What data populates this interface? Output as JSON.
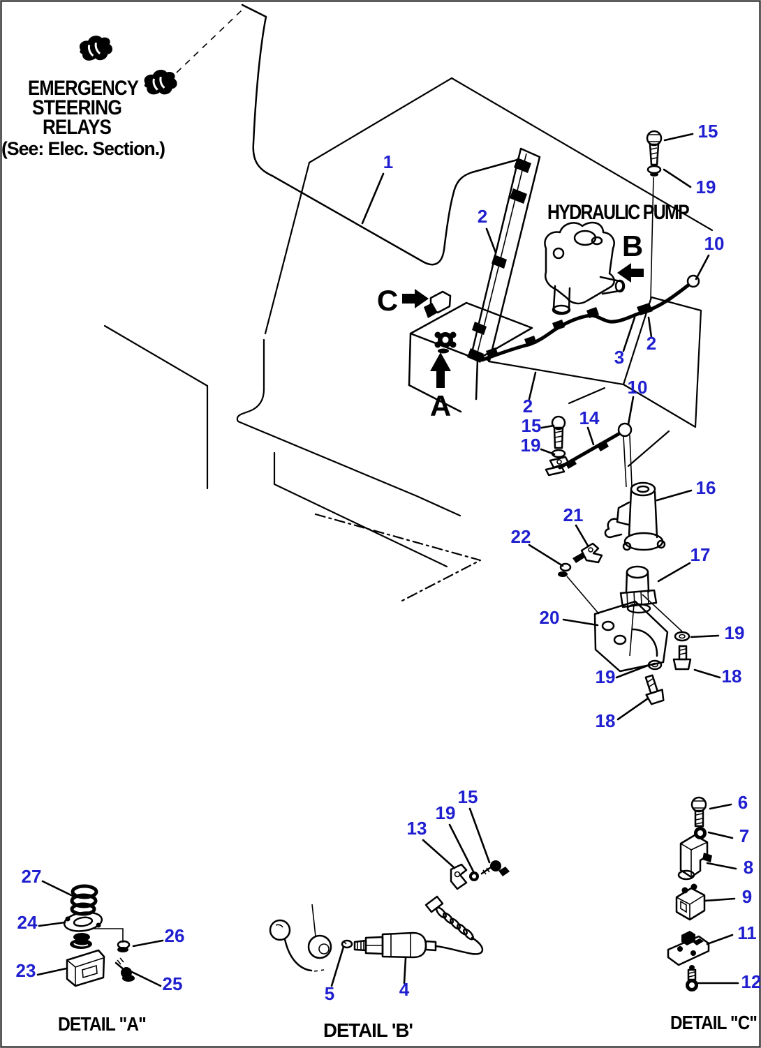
{
  "title_block": {
    "line1": "EMERGENCY",
    "line2": "STEERING",
    "line3": "RELAYS",
    "line4": "(See: Elec. Section.)"
  },
  "labels": {
    "hydraulic_pump": "HYDRAULIC PUMP",
    "view_a": "A",
    "view_b": "B",
    "view_c": "C"
  },
  "details": {
    "a": "DETAIL \"A\"",
    "b": "DETAIL 'B'",
    "c": "DETAIL \"C\""
  },
  "colors": {
    "callout": "#1f1fd0",
    "line": "#000000",
    "background": "#ffffff",
    "border": "#3a3a3a"
  },
  "callouts": {
    "main": [
      "1",
      "2",
      "15",
      "19",
      "10",
      "3",
      "2",
      "10",
      "2",
      "15",
      "19",
      "14",
      "16",
      "21",
      "22",
      "17",
      "20",
      "19",
      "18",
      "19",
      "18"
    ],
    "detail_a": [
      "27",
      "24",
      "26",
      "23",
      "25"
    ],
    "detail_b": [
      "15",
      "19",
      "13",
      "5",
      "4"
    ],
    "detail_c": [
      "6",
      "7",
      "8",
      "9",
      "11",
      "12"
    ]
  }
}
